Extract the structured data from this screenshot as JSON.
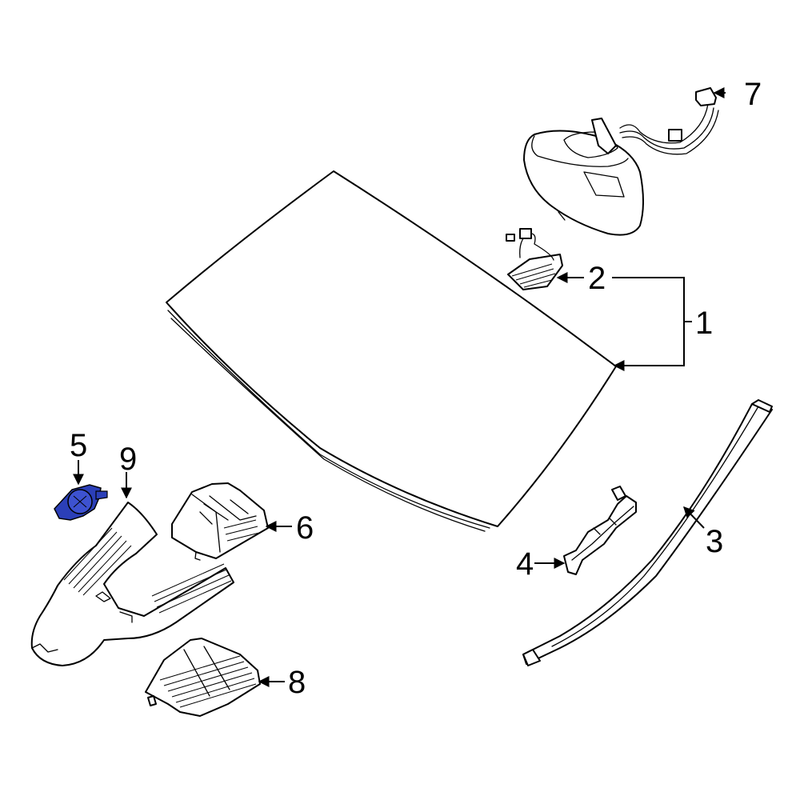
{
  "colors": {
    "line": "#000000",
    "background": "#ffffff",
    "highlight_part": "#2b3fb8"
  },
  "callouts": [
    {
      "id": "c1",
      "label": "1",
      "part": "windshield"
    },
    {
      "id": "c2",
      "label": "2",
      "part": "rain-sensor"
    },
    {
      "id": "c3",
      "label": "3",
      "part": "side-molding"
    },
    {
      "id": "c4",
      "label": "4",
      "part": "molding-clip"
    },
    {
      "id": "c5",
      "label": "5",
      "part": "highlighted-sensor"
    },
    {
      "id": "c6",
      "label": "6",
      "part": "camera-bracket"
    },
    {
      "id": "c7",
      "label": "7",
      "part": "rear-view-mirror"
    },
    {
      "id": "c8",
      "label": "8",
      "part": "bracket-cover"
    },
    {
      "id": "c9",
      "label": "9",
      "part": "mirror-cover"
    }
  ]
}
